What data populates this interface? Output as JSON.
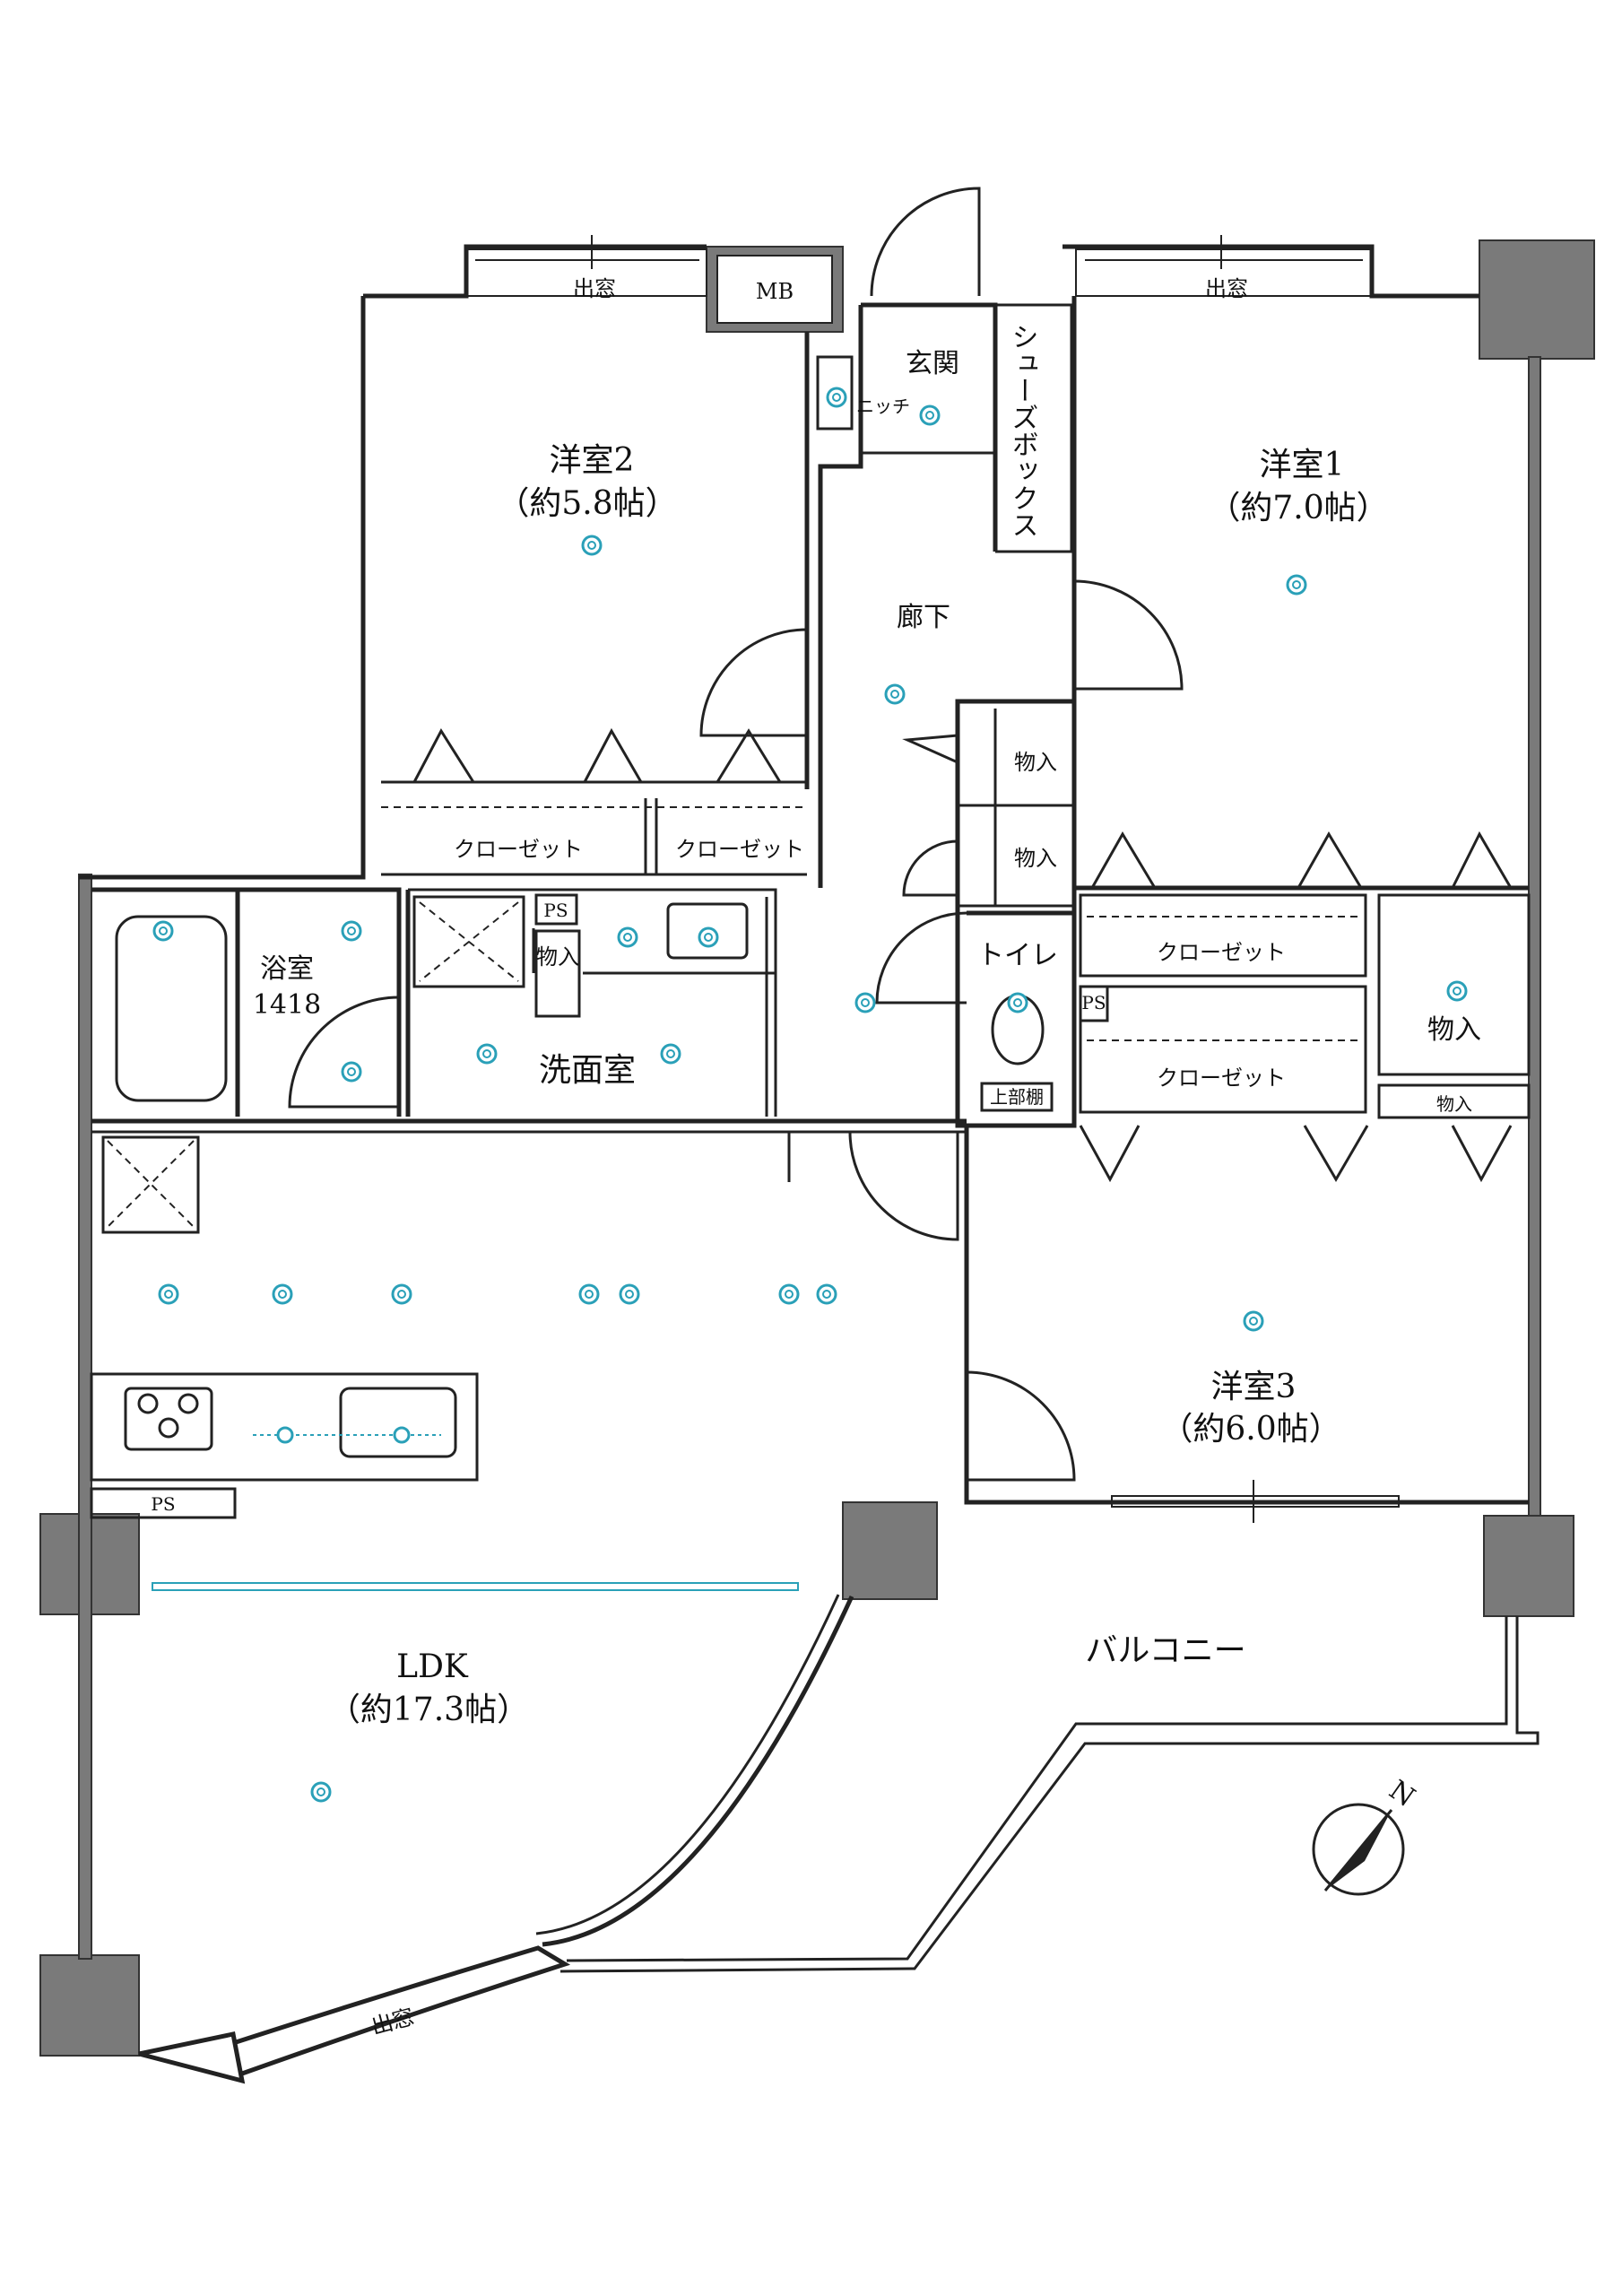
{
  "rooms": {
    "western2_name": "洋室2",
    "western2_size": "（約5.8帖）",
    "western1_name": "洋室1",
    "western1_size": "（約7.0帖）",
    "western3_name": "洋室3",
    "western3_size": "（約6.0帖）",
    "ldk_name": "LDK",
    "ldk_size": "（約17.3帖）",
    "bath_name": "浴室",
    "bath_size": "1418",
    "washroom": "洗面室",
    "corridor": "廊下",
    "entrance": "玄関",
    "toilet": "トイレ",
    "balcony": "バルコニー"
  },
  "labels": {
    "bay_window": "出窓",
    "mb": "MB",
    "shoe_box": "シューズボックス",
    "niche": "ニッチ",
    "closet": "クローゼット",
    "storage": "物入",
    "ps": "PS",
    "upper_shelf": "上部棚",
    "north": "N"
  },
  "colors": {
    "wall": "#222222",
    "column": "#7a7a7a",
    "downlight": "#2aa0b8"
  }
}
